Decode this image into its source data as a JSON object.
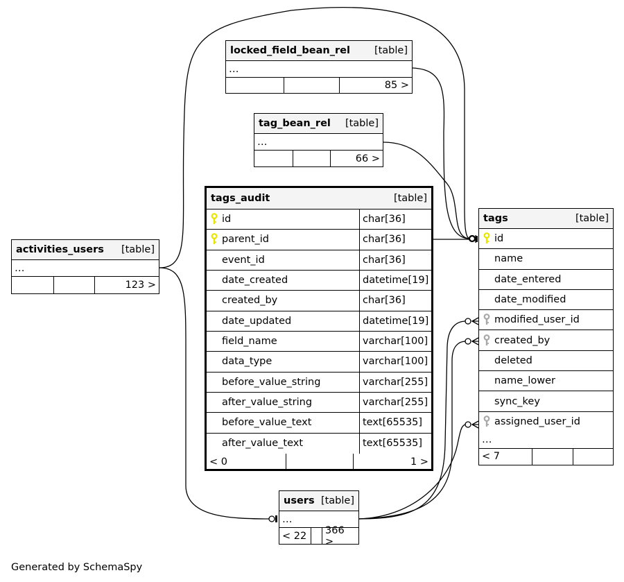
{
  "footer_note": "Generated by SchemaSpy",
  "type_label": "[table]",
  "ellipsis": "…",
  "tables": {
    "locked_field_bean_rel": {
      "name": "locked_field_bean_rel",
      "footer": [
        "",
        "",
        "85 >"
      ]
    },
    "tag_bean_rel": {
      "name": "tag_bean_rel",
      "footer": [
        "",
        "",
        "66 >"
      ]
    },
    "activities_users": {
      "name": "activities_users",
      "footer": [
        "",
        "",
        "123 >"
      ]
    },
    "users": {
      "name": "users",
      "footer": [
        "< 22",
        "",
        "366 >"
      ]
    },
    "tags_audit": {
      "name": "tags_audit",
      "footer": [
        "< 0",
        "",
        "1 >"
      ],
      "columns": [
        {
          "name": "id",
          "type": "char[36]",
          "key": "primary-key-icon"
        },
        {
          "name": "parent_id",
          "type": "char[36]",
          "key": "primary-key-icon"
        },
        {
          "name": "event_id",
          "type": "char[36]",
          "key": ""
        },
        {
          "name": "date_created",
          "type": "datetime[19]",
          "key": ""
        },
        {
          "name": "created_by",
          "type": "char[36]",
          "key": ""
        },
        {
          "name": "date_updated",
          "type": "datetime[19]",
          "key": ""
        },
        {
          "name": "field_name",
          "type": "varchar[100]",
          "key": ""
        },
        {
          "name": "data_type",
          "type": "varchar[100]",
          "key": ""
        },
        {
          "name": "before_value_string",
          "type": "varchar[255]",
          "key": ""
        },
        {
          "name": "after_value_string",
          "type": "varchar[255]",
          "key": ""
        },
        {
          "name": "before_value_text",
          "type": "text[65535]",
          "key": ""
        },
        {
          "name": "after_value_text",
          "type": "text[65535]",
          "key": ""
        }
      ]
    },
    "tags": {
      "name": "tags",
      "footer": [
        "< 7",
        "",
        ""
      ],
      "columns": [
        {
          "name": "id",
          "key": "primary-key-icon"
        },
        {
          "name": "name",
          "key": ""
        },
        {
          "name": "date_entered",
          "key": ""
        },
        {
          "name": "date_modified",
          "key": ""
        },
        {
          "name": "modified_user_id",
          "key": "foreign-key-icon"
        },
        {
          "name": "created_by",
          "key": "foreign-key-icon"
        },
        {
          "name": "deleted",
          "key": ""
        },
        {
          "name": "name_lower",
          "key": ""
        },
        {
          "name": "sync_key",
          "key": ""
        },
        {
          "name": "assigned_user_id",
          "key": "foreign-key-icon"
        }
      ]
    }
  },
  "colors": {
    "primary_key": "#e6e600",
    "foreign_key": "#a8a8a8",
    "header_bg": "#f4f4f4"
  }
}
